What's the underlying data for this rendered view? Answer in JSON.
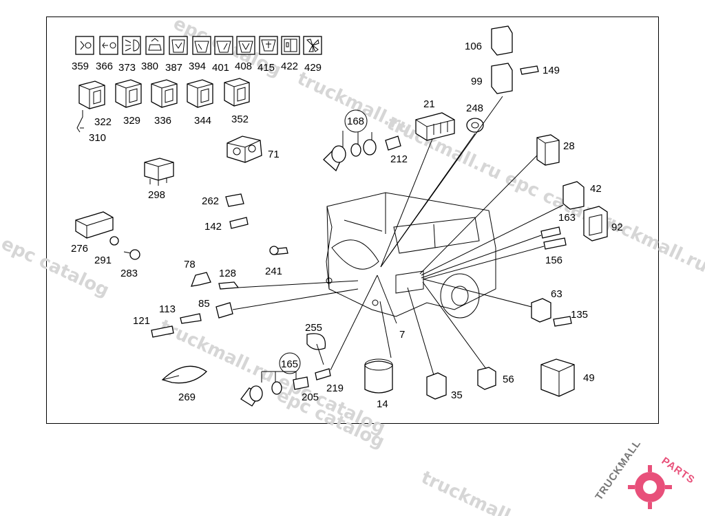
{
  "diagram": {
    "labels": [
      {
        "id": "359",
        "text": "359"
      },
      {
        "id": "366",
        "text": "366"
      },
      {
        "id": "373",
        "text": "373"
      },
      {
        "id": "380",
        "text": "380"
      },
      {
        "id": "387",
        "text": "387"
      },
      {
        "id": "394",
        "text": "394"
      },
      {
        "id": "401",
        "text": "401"
      },
      {
        "id": "408",
        "text": "408"
      },
      {
        "id": "415",
        "text": "415"
      },
      {
        "id": "422",
        "text": "422"
      },
      {
        "id": "429",
        "text": "429"
      },
      {
        "id": "322",
        "text": "322"
      },
      {
        "id": "329",
        "text": "329"
      },
      {
        "id": "336",
        "text": "336"
      },
      {
        "id": "344",
        "text": "344"
      },
      {
        "id": "352",
        "text": "352"
      },
      {
        "id": "310",
        "text": "310"
      },
      {
        "id": "71",
        "text": "71"
      },
      {
        "id": "298",
        "text": "298"
      },
      {
        "id": "262",
        "text": "262"
      },
      {
        "id": "142",
        "text": "142"
      },
      {
        "id": "276",
        "text": "276"
      },
      {
        "id": "291",
        "text": "291"
      },
      {
        "id": "283",
        "text": "283"
      },
      {
        "id": "241",
        "text": "241"
      },
      {
        "id": "78",
        "text": "78"
      },
      {
        "id": "128",
        "text": "128"
      },
      {
        "id": "113",
        "text": "113"
      },
      {
        "id": "85",
        "text": "85"
      },
      {
        "id": "121",
        "text": "121"
      },
      {
        "id": "255",
        "text": "255"
      },
      {
        "id": "269",
        "text": "269"
      },
      {
        "id": "165",
        "text": "165"
      },
      {
        "id": "205",
        "text": "205"
      },
      {
        "id": "219",
        "text": "219"
      },
      {
        "id": "14",
        "text": "14"
      },
      {
        "id": "7",
        "text": "7"
      },
      {
        "id": "35",
        "text": "35"
      },
      {
        "id": "56",
        "text": "56"
      },
      {
        "id": "49",
        "text": "49"
      },
      {
        "id": "63",
        "text": "63"
      },
      {
        "id": "135",
        "text": "135"
      },
      {
        "id": "156",
        "text": "156"
      },
      {
        "id": "163",
        "text": "163"
      },
      {
        "id": "92",
        "text": "92"
      },
      {
        "id": "42",
        "text": "42"
      },
      {
        "id": "28",
        "text": "28"
      },
      {
        "id": "168",
        "text": "168"
      },
      {
        "id": "212",
        "text": "212"
      },
      {
        "id": "21",
        "text": "21"
      },
      {
        "id": "248",
        "text": "248"
      },
      {
        "id": "106",
        "text": "106"
      },
      {
        "id": "99",
        "text": "99"
      },
      {
        "id": "149",
        "text": "149"
      }
    ]
  },
  "watermark": {
    "text": "truckmall.ru epc catalog",
    "short": "epc catalog",
    "host": "truckmall.ru",
    "brand_left": "TRUCKMALL",
    "brand_right": "PARTS",
    "brand_color": "#e8507a"
  }
}
